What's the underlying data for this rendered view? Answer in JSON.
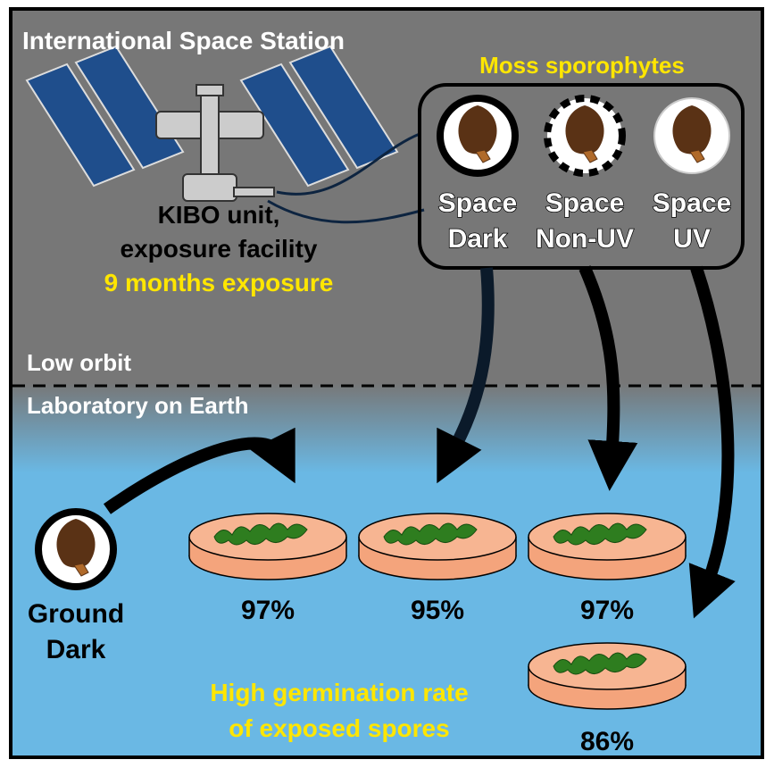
{
  "title": "International Space Station",
  "moss_title": "Moss sporophytes",
  "samples": [
    {
      "line1": "Space",
      "line2": "Dark"
    },
    {
      "line1": "Space",
      "line2": "Non-UV"
    },
    {
      "line1": "Space",
      "line2": "UV"
    }
  ],
  "kibo": {
    "line1": "KIBO unit,",
    "line2": "exposure facility",
    "duration": "9 months exposure"
  },
  "low_orbit": "Low orbit",
  "lab": "Laboratory on Earth",
  "ground": {
    "line1": "Ground",
    "line2": "Dark"
  },
  "rates": [
    "97%",
    "95%",
    "97%",
    "86%"
  ],
  "conclusion": {
    "line1": "High germination rate",
    "line2": "of exposed spores"
  },
  "colors": {
    "space_bg": "#777777",
    "earth_bg": "#6ab8e4",
    "highlight": "#ffe600",
    "panel": "#1f4e8c",
    "spore": "#5a3215",
    "dish": "#f4a47c",
    "moss": "#2e7d1f"
  }
}
